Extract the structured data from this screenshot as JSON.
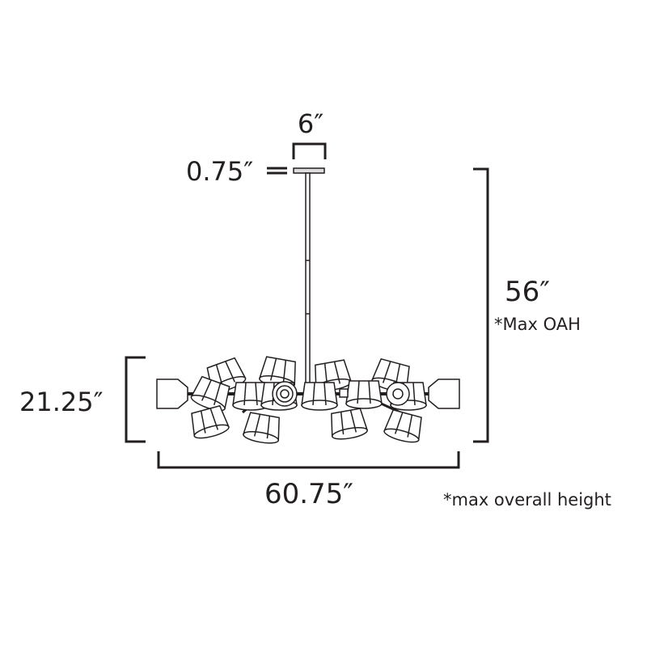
{
  "dimensions": {
    "canopy_width": "6″",
    "canopy_height": "0.75″",
    "overall_height": "56″",
    "overall_height_note": "*Max OAH",
    "fixture_height": "21.25″",
    "fixture_width": "60.75″"
  },
  "footnote": "*max overall height",
  "colors": {
    "line": "#231f20",
    "background": "#ffffff"
  }
}
